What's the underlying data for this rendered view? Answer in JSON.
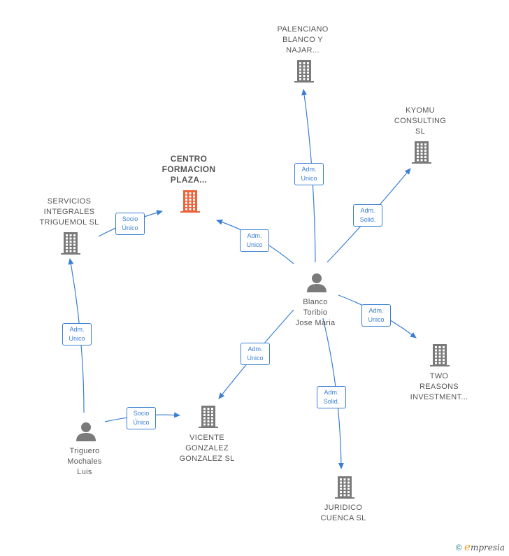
{
  "colors": {
    "edge": "#3b7fd4",
    "company_icon": "#7a7a7a",
    "main_company_icon": "#f0613a",
    "person_icon": "#7a7a7a",
    "label": "#555555"
  },
  "nodes": {
    "centro": {
      "label": "CENTRO\nFORMACION\nPLAZA...",
      "icon": "building-icon"
    },
    "servicios": {
      "label": "SERVICIOS\nINTEGRALES\nTRIGUEMOL SL",
      "icon": "building-icon"
    },
    "palenciano": {
      "label": "PALENCIANO\nBLANCO Y\nNAJAR...",
      "icon": "building-icon"
    },
    "kyomu": {
      "label": "KYOMU\nCONSULTING\nSL",
      "icon": "building-icon"
    },
    "blanco": {
      "label": "Blanco\nToribio\nJose Maria",
      "icon": "person-icon"
    },
    "two": {
      "label": "TWO\nREASONS\nINVESTMENT...",
      "icon": "building-icon"
    },
    "vicente": {
      "label": "VICENTE\nGONZALEZ\nGONZALEZ SL",
      "icon": "building-icon"
    },
    "triguero": {
      "label": "Triguero\nMochales\nLuis",
      "icon": "person-icon"
    },
    "juridico": {
      "label": "JURIDICO\nCUENCA  SL",
      "icon": "building-icon"
    }
  },
  "edges": [
    {
      "from": "servicios",
      "to": "centro",
      "label": "Socio\nÚnico"
    },
    {
      "from": "blanco",
      "to": "centro",
      "label": "Adm.\nUnico"
    },
    {
      "from": "blanco",
      "to": "palenciano",
      "label": "Adm.\nUnico"
    },
    {
      "from": "blanco",
      "to": "kyomu",
      "label": "Adm.\nSolid."
    },
    {
      "from": "blanco",
      "to": "two",
      "label": "Adm.\nUnico"
    },
    {
      "from": "blanco",
      "to": "vicente",
      "label": "Adm.\nUnico"
    },
    {
      "from": "blanco",
      "to": "juridico",
      "label": "Adm.\nSolid."
    },
    {
      "from": "triguero",
      "to": "servicios",
      "label": "Adm.\nUnico"
    },
    {
      "from": "triguero",
      "to": "vicente",
      "label": "Socio\nÚnico"
    }
  ],
  "footer": {
    "copyright_symbol": "©",
    "brand_initial": "e",
    "brand_rest": "mpresia"
  }
}
